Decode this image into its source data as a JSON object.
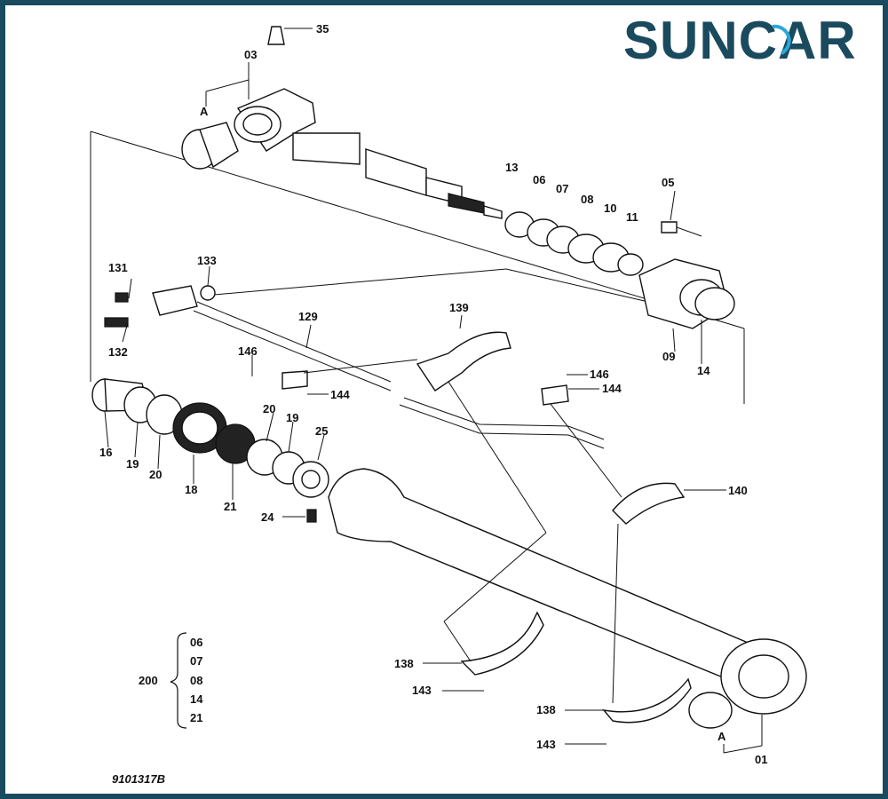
{
  "brand": {
    "name": "SUNCAR",
    "color": "#1a4a5e",
    "accent": "#2aa8d8"
  },
  "drawing_number": "9101317B",
  "part_labels": {
    "p35": "35",
    "p03": "03",
    "pA_top": "A",
    "p13": "13",
    "p06": "06",
    "p07": "07",
    "p08": "08",
    "p10": "10",
    "p11": "11",
    "p05": "05",
    "p131": "131",
    "p133": "133",
    "p132": "132",
    "p129": "129",
    "p139": "139",
    "p09": "09",
    "p14": "14",
    "p146a": "146",
    "p144a": "144",
    "p146b": "146",
    "p144b": "144",
    "p16": "16",
    "p19a": "19",
    "p20a": "20",
    "p18": "18",
    "p21": "21",
    "p20b": "20",
    "p19b": "19",
    "p25": "25",
    "p24": "24",
    "p140": "140",
    "p138a": "138",
    "p143a": "143",
    "p138b": "138",
    "p143b": "143",
    "pA_bottom": "A",
    "p01": "01"
  },
  "seal_kit": {
    "kit_number": "200",
    "items": [
      "06",
      "07",
      "08",
      "14",
      "21"
    ]
  }
}
